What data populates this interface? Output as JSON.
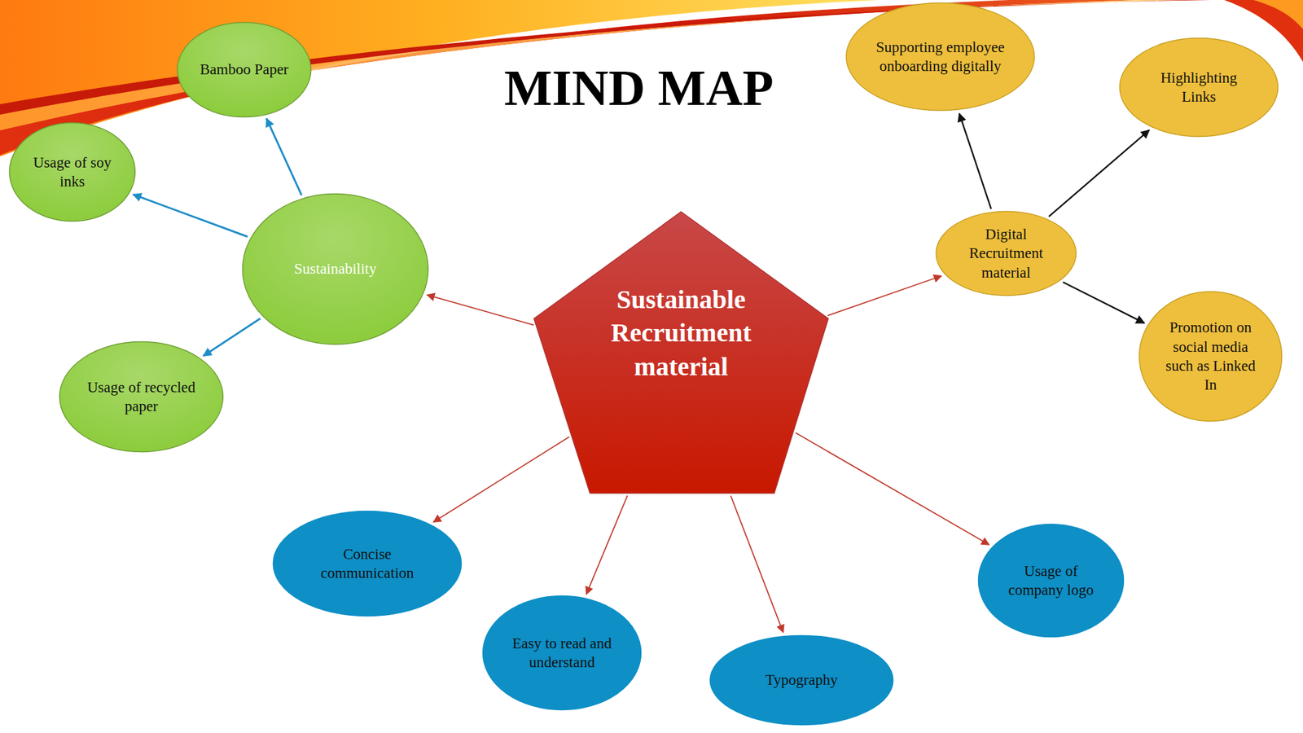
{
  "diagram": {
    "title": "MIND MAP",
    "nodes": [
      {
        "text": [
          "Sustainable Recruitment material"
        ]
      },
      {
        "text": [
          "Sustainability"
        ]
      },
      {
        "text": [
          "Bamboo Paper"
        ]
      },
      {
        "text": [
          "Usage of soy inks"
        ]
      },
      {
        "text": [
          "Usage of recycled paper"
        ]
      },
      {
        "text": [
          "Digital Recruitment material"
        ]
      },
      {
        "text": [
          "Supporting employee onboarding digitally"
        ]
      },
      {
        "text": [
          "Highlighting Links"
        ]
      },
      {
        "text": [
          "Promotion on social media such as Linked In"
        ]
      },
      {
        "text": [
          "Concise communication"
        ]
      },
      {
        "text": [
          "Easy to read and understand"
        ]
      },
      {
        "text": [
          "Typography"
        ]
      },
      {
        "text": [
          "Usage of company logo"
        ]
      }
    ],
    "edges": [
      {
        "from": 0,
        "to": 1,
        "arrow": "to"
      },
      {
        "from": 0,
        "to": 5,
        "arrow": "to"
      },
      {
        "from": 0,
        "to": 9,
        "arrow": "to"
      },
      {
        "from": 0,
        "to": 10,
        "arrow": "to"
      },
      {
        "from": 0,
        "to": 11,
        "arrow": "to"
      },
      {
        "from": 0,
        "to": 12,
        "arrow": "to"
      },
      {
        "from": 1,
        "to": 2,
        "arrow": "to"
      },
      {
        "from": 1,
        "to": 3,
        "arrow": "to"
      },
      {
        "from": 1,
        "to": 4,
        "arrow": "to"
      },
      {
        "from": 5,
        "to": 6,
        "arrow": "to"
      },
      {
        "from": 5,
        "to": 7,
        "arrow": "to"
      },
      {
        "from": 5,
        "to": 8,
        "arrow": "to"
      }
    ]
  }
}
